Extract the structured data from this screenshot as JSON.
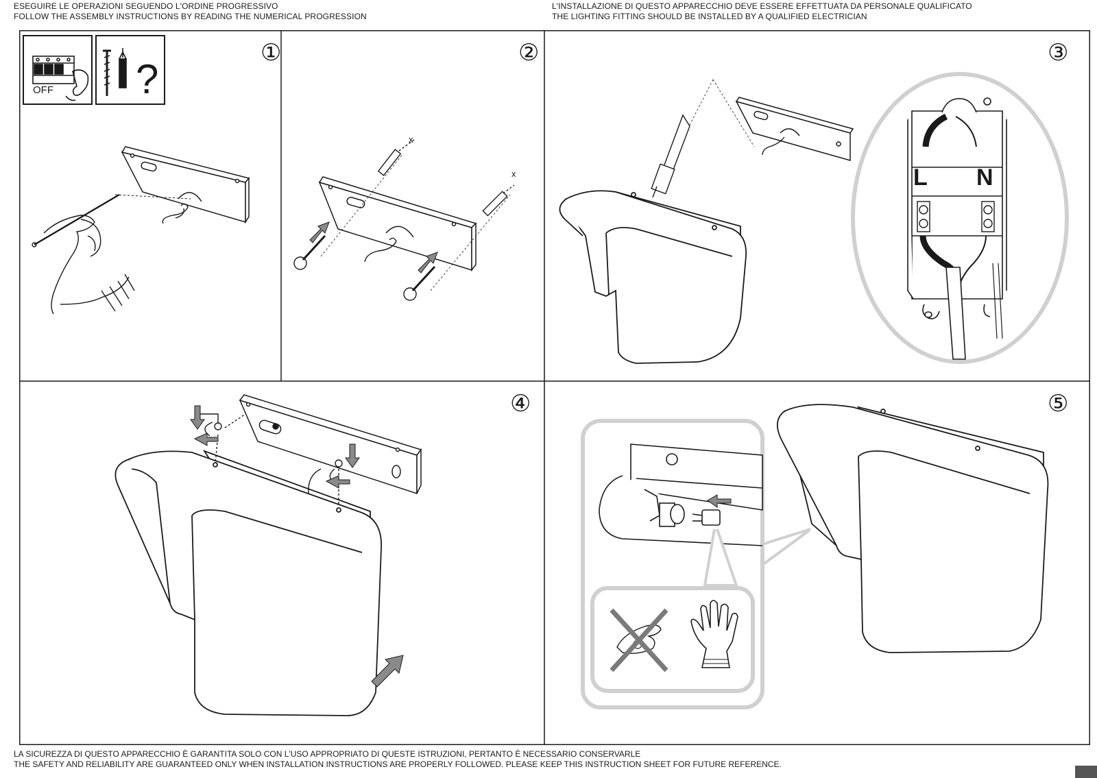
{
  "header": {
    "left_line_1": "ESEGUIRE LE OPERAZIONI SEGUENDO L'ORDINE PROGRESSIVO",
    "left_line_2": "FOLLOW THE ASSEMBLY INSTRUCTIONS BY READING THE NUMERICAL PROGRESSION",
    "right_line_1": "L'INSTALLAZIONE DI QUESTO APPARECCHIO DEVE ESSERE EFFETTUATA DA PERSONALE QUALIFICATO",
    "right_line_2": "THE LIGHTING FITTING SHOULD BE INSTALLED BY A QUALIFIED ELECTRICIAN"
  },
  "steps": {
    "s1": "①",
    "s2": "②",
    "s3": "③",
    "s4": "④",
    "s5": "⑤"
  },
  "labels": {
    "switch_off": "OFF",
    "question": "?",
    "live": "L",
    "neutral": "N",
    "screw_x": "x"
  },
  "footer": {
    "line_1": "LA SICUREZZA DI QUESTO APPARECCHIO È GARANTITA SOLO CON L'USO APPROPRIATO DI QUESTE ISTRUZIONI, PERTANTO È NECESSARIO CONSERVARLE",
    "line_2": "THE SAFETY AND RELIABILITY ARE GUARANTEED ONLY WHEN INSTALLATION INSTRUCTIONS ARE PROPERLY FOLLOWED. PLEASE KEEP THIS INSTRUCTION SHEET FOR FUTURE REFERENCE."
  },
  "icons": [
    "circuit-breaker-off-icon",
    "screw-anchor-icon",
    "question-icon",
    "no-bare-hands-icon",
    "glove-icon",
    "arrow-icon"
  ],
  "colors": {
    "line": "#1a1a1a",
    "gray_arrow": "#8a8a8a",
    "callout": "#d0d0d0",
    "cross": "#7a7a7a"
  }
}
